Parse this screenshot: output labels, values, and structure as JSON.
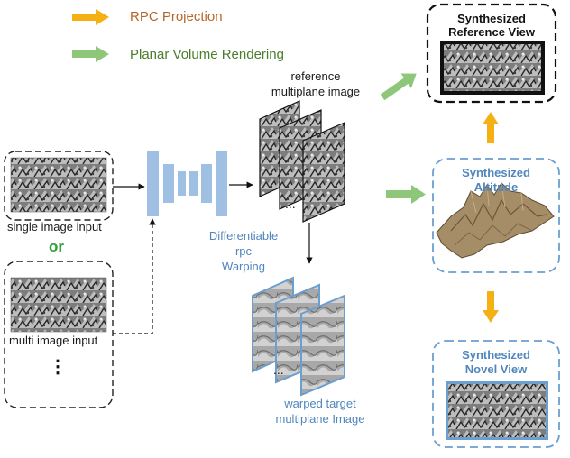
{
  "legend": {
    "rpc_projection": "RPC Projection",
    "planar_volume_rendering": "Planar Volume Rendering"
  },
  "inputs": {
    "single": "single image input",
    "or": "or",
    "multi": "multi image input",
    "ellipsis": "⋮"
  },
  "warping": {
    "line1": "Differentiable",
    "line2": "rpc",
    "line3": "Warping"
  },
  "reference_mpi": {
    "line1": "reference",
    "line2": "multiplane image",
    "dots": "..."
  },
  "warped_mpi": {
    "line1": "warped target",
    "line2": "multiplane Image",
    "dots": "..."
  },
  "outputs": {
    "reference_view": {
      "line1": "Synthesized",
      "line2": "Reference View"
    },
    "altitude": {
      "line1": "Synthesized",
      "line2": "Altitude"
    },
    "novel_view": {
      "line1": "Synthesized",
      "line2": "Novel View"
    }
  },
  "colors": {
    "orange_arrow": "#f5b014",
    "green_arrow": "#8fc77a",
    "network_blue": "#9fc0e2",
    "box_blue": "#6a9fd0",
    "terrain": "#a58d68"
  }
}
